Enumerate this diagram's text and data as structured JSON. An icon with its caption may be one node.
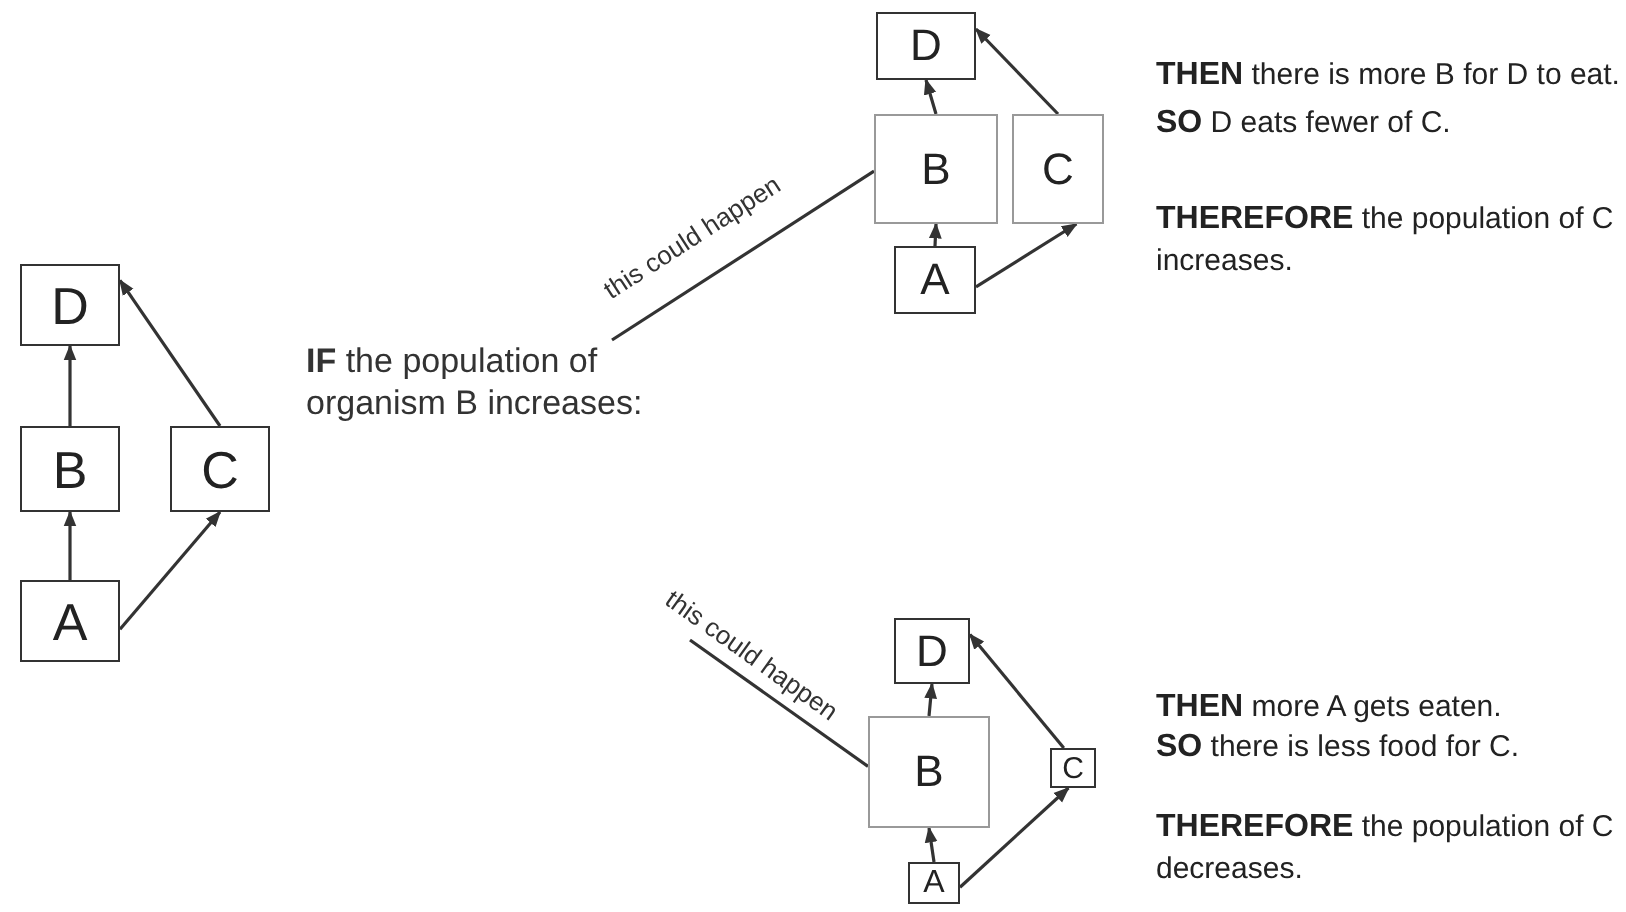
{
  "diagram": {
    "nodes": [
      {
        "text": [
          "D"
        ]
      },
      {
        "text": [
          "B"
        ]
      },
      {
        "text": [
          "C"
        ]
      },
      {
        "text": [
          "A"
        ]
      },
      {
        "text": [
          "**IF** the population of organism B increases:"
        ]
      },
      {
        "text": [
          "D"
        ]
      },
      {
        "text": [
          "B"
        ]
      },
      {
        "text": [
          "C"
        ]
      },
      {
        "text": [
          "A"
        ]
      },
      {
        "text": [
          "D"
        ]
      },
      {
        "text": [
          "B"
        ]
      },
      {
        "text": [
          "C"
        ]
      },
      {
        "text": [
          "A"
        ]
      }
    ],
    "edges": [
      {
        "from": 1,
        "to": 0,
        "arrow": "to"
      },
      {
        "from": 3,
        "to": 1,
        "arrow": "to"
      },
      {
        "from": 2,
        "to": 0,
        "arrow": "to"
      },
      {
        "from": 3,
        "to": 2,
        "arrow": "to"
      },
      {
        "from": 4,
        "to": 6,
        "arrow": "none",
        "label": "this could happen"
      },
      {
        "from": 6,
        "to": 5,
        "arrow": "to"
      },
      {
        "from": 8,
        "to": 6,
        "arrow": "to"
      },
      {
        "from": 7,
        "to": 5,
        "arrow": "to"
      },
      {
        "from": 8,
        "to": 7,
        "arrow": "to"
      },
      {
        "from": null,
        "to": 10,
        "arrow": "none",
        "label": "this could happen"
      },
      {
        "from": 10,
        "to": 9,
        "arrow": "to"
      },
      {
        "from": 12,
        "to": 10,
        "arrow": "to"
      },
      {
        "from": 11,
        "to": 9,
        "arrow": "to"
      },
      {
        "from": 12,
        "to": 11,
        "arrow": "to"
      }
    ],
    "labels": [
      "**THEN** there is more B for D to eat.",
      "**SO** D eats fewer of C.",
      "**THEREFORE** the population of C increases.",
      "**THEN** more A gets eaten.",
      "**SO** there is less food for C.",
      "**THEREFORE** the population of C decreases."
    ]
  }
}
